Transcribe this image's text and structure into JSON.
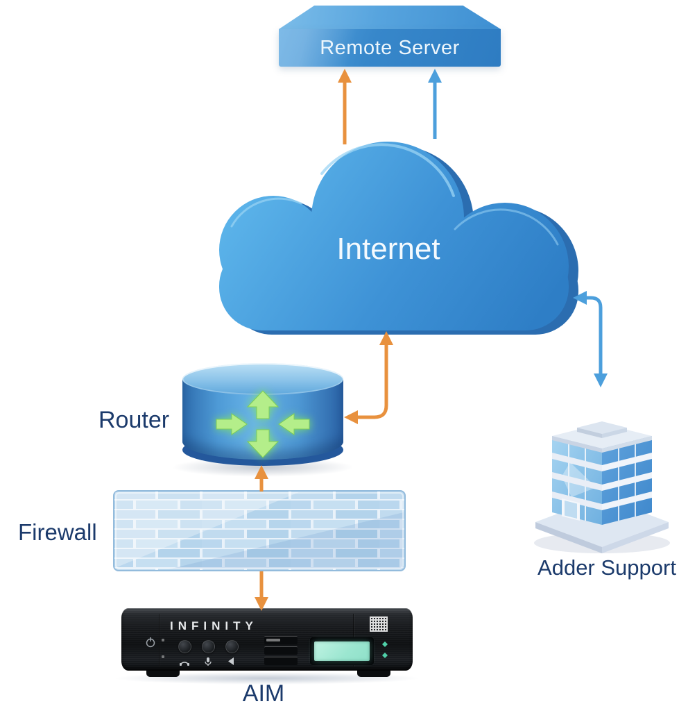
{
  "diagram": {
    "nodes": {
      "remote_server": {
        "label": "Remote Server",
        "shape": "3d-slab"
      },
      "internet": {
        "label": "Internet",
        "shape": "cloud"
      },
      "router": {
        "label": "Router",
        "shape": "cylinder",
        "icon": "crossroads-arrows"
      },
      "firewall": {
        "label": "Firewall",
        "shape": "brick-wall"
      },
      "aim": {
        "label": "AIM",
        "shape": "rack-device",
        "device_brand": "INFINITY"
      },
      "adder_support": {
        "label": "Adder Support",
        "shape": "office-building"
      }
    },
    "connections": [
      {
        "from": "internet",
        "to": "remote_server",
        "color": "orange",
        "style": "straight",
        "arrowheads": [
          "up"
        ]
      },
      {
        "from": "internet",
        "to": "remote_server",
        "color": "blue",
        "style": "straight",
        "arrowheads": [
          "up"
        ]
      },
      {
        "from": "router",
        "to": "internet",
        "color": "orange",
        "style": "bent",
        "arrowheads": [
          "up-into-cloud",
          "left-into-router"
        ]
      },
      {
        "from": "firewall",
        "to": "router",
        "color": "orange",
        "style": "straight",
        "arrowheads": [
          "up"
        ]
      },
      {
        "from": "firewall",
        "to": "aim",
        "color": "orange",
        "style": "straight",
        "arrowheads": [
          "down"
        ]
      },
      {
        "from": "internet",
        "to": "adder_support",
        "color": "blue",
        "style": "bent",
        "arrowheads": [
          "left-into-cloud",
          "down-into-building"
        ]
      }
    ],
    "colors": {
      "background": "#FFFFFF",
      "orange_arrow": "#E8913E",
      "blue_arrow": "#4C9FDC",
      "label_navy": "#1B3A6B",
      "cloud_light": "#5CB4EA",
      "cloud_dark": "#2E7EC6",
      "router_green": "#B4EE8A",
      "lcd_mint": "#9BE6D0",
      "device_black": "#17191C"
    }
  }
}
